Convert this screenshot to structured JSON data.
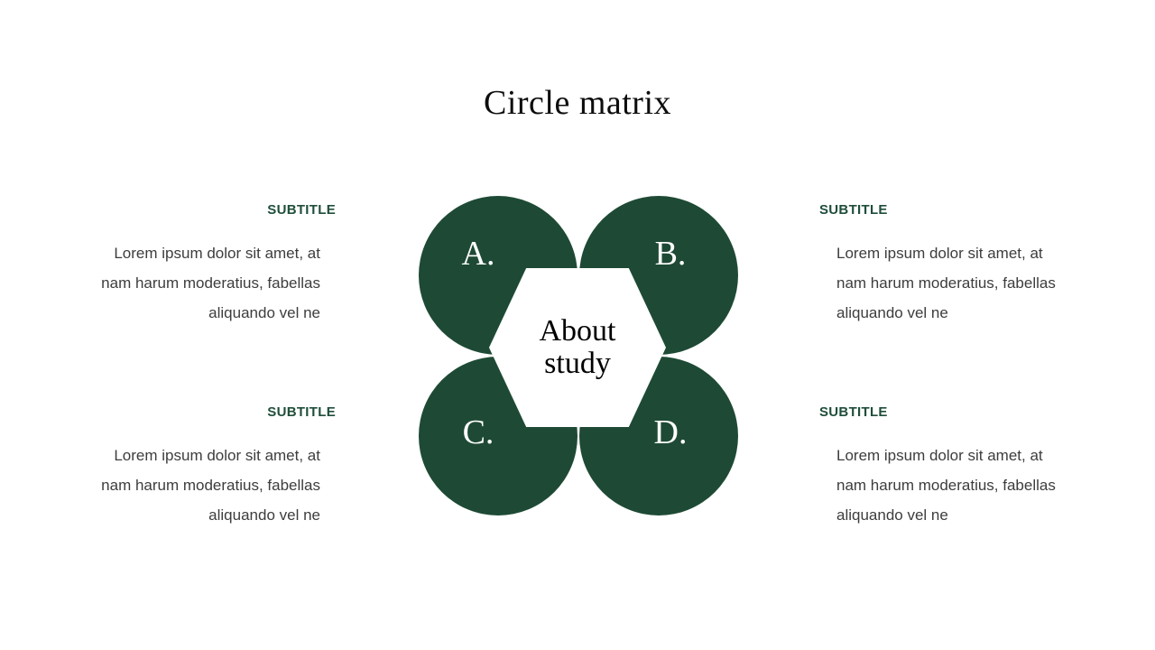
{
  "title": "Circle matrix",
  "hexagon": {
    "lines": [
      "About",
      "study"
    ]
  },
  "circles": [
    {
      "label": "A."
    },
    {
      "label": "B."
    },
    {
      "label": "C."
    },
    {
      "label": "D."
    }
  ],
  "text_blocks": {
    "top_left": {
      "heading": "SUBTITLE",
      "lines": [
        "Lorem ipsum dolor sit amet, at",
        "nam harum moderatius, fabellas",
        "aliquando vel ne"
      ]
    },
    "top_right": {
      "heading": "SUBTITLE",
      "lines": [
        "Lorem ipsum dolor sit amet, at",
        "nam harum moderatius, fabellas",
        "aliquando vel ne"
      ]
    },
    "bottom_left": {
      "heading": "SUBTITLE",
      "lines": [
        "Lorem ipsum dolor sit amet, at",
        "nam harum moderatius, fabellas",
        "aliquando vel ne"
      ]
    },
    "bottom_right": {
      "heading": "SUBTITLE",
      "lines": [
        "Lorem ipsum dolor sit amet, at",
        "nam harum moderatius, fabellas",
        "aliquando vel ne"
      ]
    }
  },
  "colors": {
    "circle_green": "#1e4a35",
    "heading_green": "#1f4e3a",
    "body_text": "#3d3d3d",
    "title_text": "#0d0d0d"
  }
}
